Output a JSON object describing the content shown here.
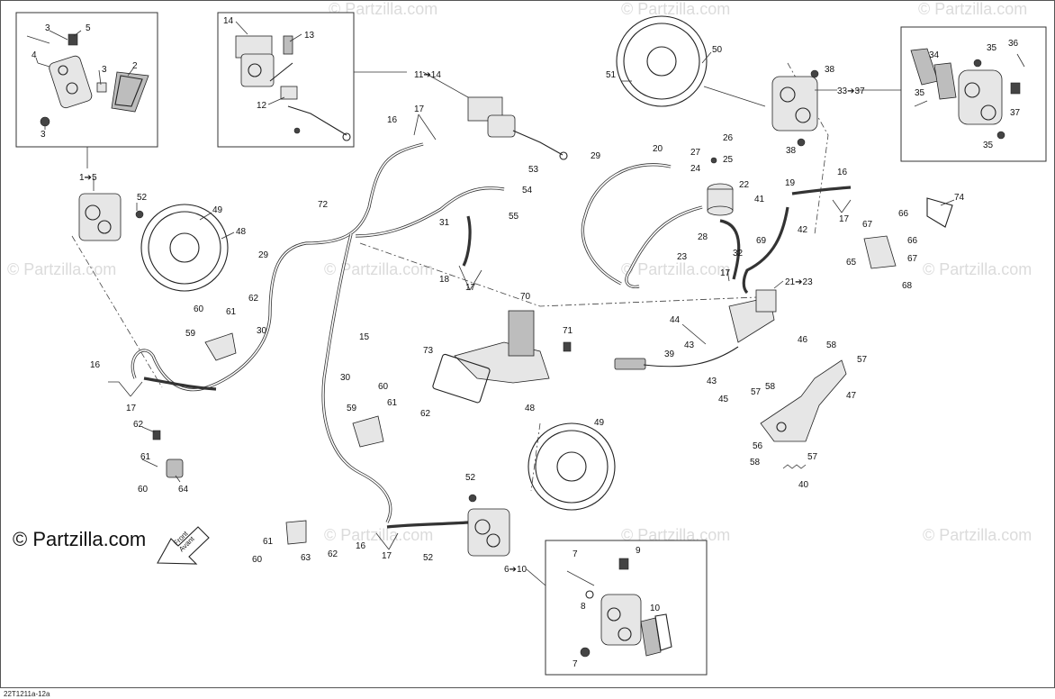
{
  "watermark": {
    "text": "© Partzilla.com",
    "brand": "© Partzilla.com"
  },
  "diagram": {
    "figure_code": "22T1211a-12a",
    "front_arrow": [
      "Front",
      "Avant"
    ]
  },
  "labels": [
    {
      "id": "l1",
      "text": "3"
    },
    {
      "id": "l2",
      "text": "5"
    },
    {
      "id": "l3",
      "text": "4"
    },
    {
      "id": "l4",
      "text": "3"
    },
    {
      "id": "l5",
      "text": "2"
    },
    {
      "id": "l6",
      "text": "3"
    },
    {
      "id": "l7",
      "text": "14"
    },
    {
      "id": "l8",
      "text": "13"
    },
    {
      "id": "l9",
      "text": "12"
    },
    {
      "id": "l10",
      "text": "11➔14"
    },
    {
      "id": "l11",
      "text": "1➔5"
    },
    {
      "id": "l12",
      "text": "52"
    },
    {
      "id": "l13",
      "text": "49"
    },
    {
      "id": "l14",
      "text": "48"
    },
    {
      "id": "l15",
      "text": "29"
    },
    {
      "id": "l16",
      "text": "62"
    },
    {
      "id": "l17",
      "text": "61"
    },
    {
      "id": "l18",
      "text": "60"
    },
    {
      "id": "l19",
      "text": "59"
    },
    {
      "id": "l20",
      "text": "30"
    },
    {
      "id": "l21",
      "text": "16"
    },
    {
      "id": "l22",
      "text": "17"
    },
    {
      "id": "l23",
      "text": "62"
    },
    {
      "id": "l24",
      "text": "61"
    },
    {
      "id": "l25",
      "text": "60"
    },
    {
      "id": "l26",
      "text": "64"
    },
    {
      "id": "l27",
      "text": "16"
    },
    {
      "id": "l28",
      "text": "17"
    },
    {
      "id": "l29",
      "text": "72"
    },
    {
      "id": "l30",
      "text": "15"
    },
    {
      "id": "l31",
      "text": "31"
    },
    {
      "id": "l32",
      "text": "18"
    },
    {
      "id": "l33",
      "text": "17"
    },
    {
      "id": "l34",
      "text": "53"
    },
    {
      "id": "l35",
      "text": "54"
    },
    {
      "id": "l36",
      "text": "55"
    },
    {
      "id": "l37",
      "text": "30"
    },
    {
      "id": "l38",
      "text": "60"
    },
    {
      "id": "l39",
      "text": "61"
    },
    {
      "id": "l40",
      "text": "59"
    },
    {
      "id": "l41",
      "text": "62"
    },
    {
      "id": "l42",
      "text": "70"
    },
    {
      "id": "l43",
      "text": "71"
    },
    {
      "id": "l44",
      "text": "73"
    },
    {
      "id": "l45",
      "text": "48"
    },
    {
      "id": "l46",
      "text": "49"
    },
    {
      "id": "l47",
      "text": "52"
    },
    {
      "id": "l48",
      "text": "52"
    },
    {
      "id": "l49",
      "text": "6➔10"
    },
    {
      "id": "l50",
      "text": "16"
    },
    {
      "id": "l51",
      "text": "17"
    },
    {
      "id": "l52",
      "text": "61"
    },
    {
      "id": "l53",
      "text": "60"
    },
    {
      "id": "l54",
      "text": "63"
    },
    {
      "id": "l55",
      "text": "62"
    },
    {
      "id": "l56",
      "text": "7"
    },
    {
      "id": "l57",
      "text": "9"
    },
    {
      "id": "l58",
      "text": "8"
    },
    {
      "id": "l59",
      "text": "10"
    },
    {
      "id": "l60",
      "text": "7"
    },
    {
      "id": "l61",
      "text": "51"
    },
    {
      "id": "l62",
      "text": "50"
    },
    {
      "id": "l63",
      "text": "38"
    },
    {
      "id": "l64",
      "text": "33➔37"
    },
    {
      "id": "l65",
      "text": "38"
    },
    {
      "id": "l66",
      "text": "34"
    },
    {
      "id": "l67",
      "text": "35"
    },
    {
      "id": "l68",
      "text": "36"
    },
    {
      "id": "l69",
      "text": "35"
    },
    {
      "id": "l70",
      "text": "37"
    },
    {
      "id": "l71",
      "text": "35"
    },
    {
      "id": "l72",
      "text": "29"
    },
    {
      "id": "l73",
      "text": "20"
    },
    {
      "id": "l74",
      "text": "27"
    },
    {
      "id": "l75",
      "text": "26"
    },
    {
      "id": "l76",
      "text": "25"
    },
    {
      "id": "l77",
      "text": "24"
    },
    {
      "id": "l78",
      "text": "22"
    },
    {
      "id": "l79",
      "text": "41"
    },
    {
      "id": "l80",
      "text": "28"
    },
    {
      "id": "l81",
      "text": "23"
    },
    {
      "id": "l82",
      "text": "32"
    },
    {
      "id": "l83",
      "text": "17"
    },
    {
      "id": "l84",
      "text": "19"
    },
    {
      "id": "l85",
      "text": "16"
    },
    {
      "id": "l86",
      "text": "17"
    },
    {
      "id": "l87",
      "text": "42"
    },
    {
      "id": "l88",
      "text": "69"
    },
    {
      "id": "l89",
      "text": "74"
    },
    {
      "id": "l90",
      "text": "66"
    },
    {
      "id": "l91",
      "text": "67"
    },
    {
      "id": "l92",
      "text": "66"
    },
    {
      "id": "l93",
      "text": "67"
    },
    {
      "id": "l94",
      "text": "65"
    },
    {
      "id": "l95",
      "text": "68"
    },
    {
      "id": "l96",
      "text": "21➔23"
    },
    {
      "id": "l97",
      "text": "44"
    },
    {
      "id": "l98",
      "text": "43"
    },
    {
      "id": "l99",
      "text": "39"
    },
    {
      "id": "l100",
      "text": "43"
    },
    {
      "id": "l101",
      "text": "45"
    },
    {
      "id": "l102",
      "text": "46"
    },
    {
      "id": "l103",
      "text": "58"
    },
    {
      "id": "l104",
      "text": "57"
    },
    {
      "id": "l105",
      "text": "58"
    },
    {
      "id": "l106",
      "text": "57"
    },
    {
      "id": "l107",
      "text": "47"
    },
    {
      "id": "l108",
      "text": "56"
    },
    {
      "id": "l109",
      "text": "58"
    },
    {
      "id": "l110",
      "text": "57"
    },
    {
      "id": "l111",
      "text": "40"
    }
  ]
}
